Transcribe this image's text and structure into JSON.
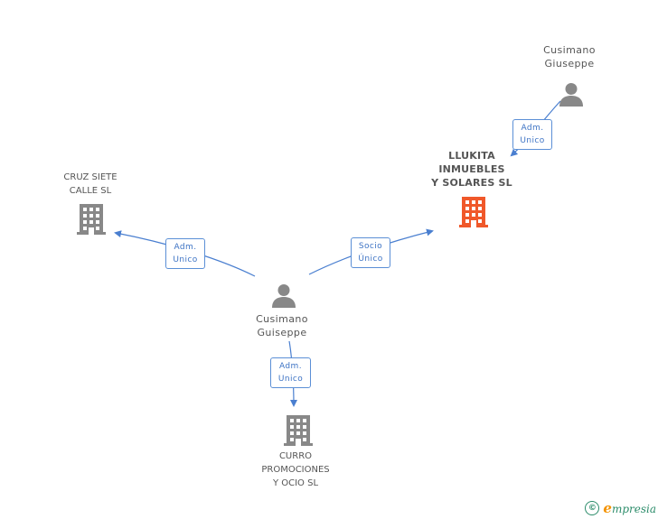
{
  "colors": {
    "edge": "#4a7fd0",
    "person_icon": "#888888",
    "company_icon": "#888888",
    "focus_company_icon": "#f0582a"
  },
  "nodes": {
    "person_top": {
      "type": "person",
      "lines": [
        "Cusimano",
        "Giuseppe"
      ],
      "icon": "person-icon"
    },
    "person_center": {
      "type": "person",
      "lines": [
        "Cusimano",
        "Guiseppe"
      ],
      "icon": "person-icon"
    },
    "llukita": {
      "type": "company",
      "focus": true,
      "lines": [
        "LLUKITA",
        "INMUEBLES",
        "Y SOLARES SL"
      ],
      "icon": "building-icon"
    },
    "cruz": {
      "type": "company",
      "lines": [
        "CRUZ SIETE",
        "CALLE SL"
      ],
      "icon": "building-icon"
    },
    "curro": {
      "type": "company",
      "lines": [
        "CURRO",
        "PROMOCIONES",
        "Y OCIO SL"
      ],
      "icon": "building-icon"
    }
  },
  "edges": {
    "top_to_llukita": {
      "lines": [
        "Adm.",
        "Unico"
      ]
    },
    "center_to_cruz": {
      "lines": [
        "Adm.",
        "Unico"
      ]
    },
    "center_to_llukita": {
      "lines": [
        "Socio",
        "Único"
      ]
    },
    "center_to_curro": {
      "lines": [
        "Adm.",
        "Unico"
      ]
    }
  },
  "footer": {
    "copyright_symbol": "©",
    "brand_initial": "e",
    "brand_rest": "mpresia"
  }
}
